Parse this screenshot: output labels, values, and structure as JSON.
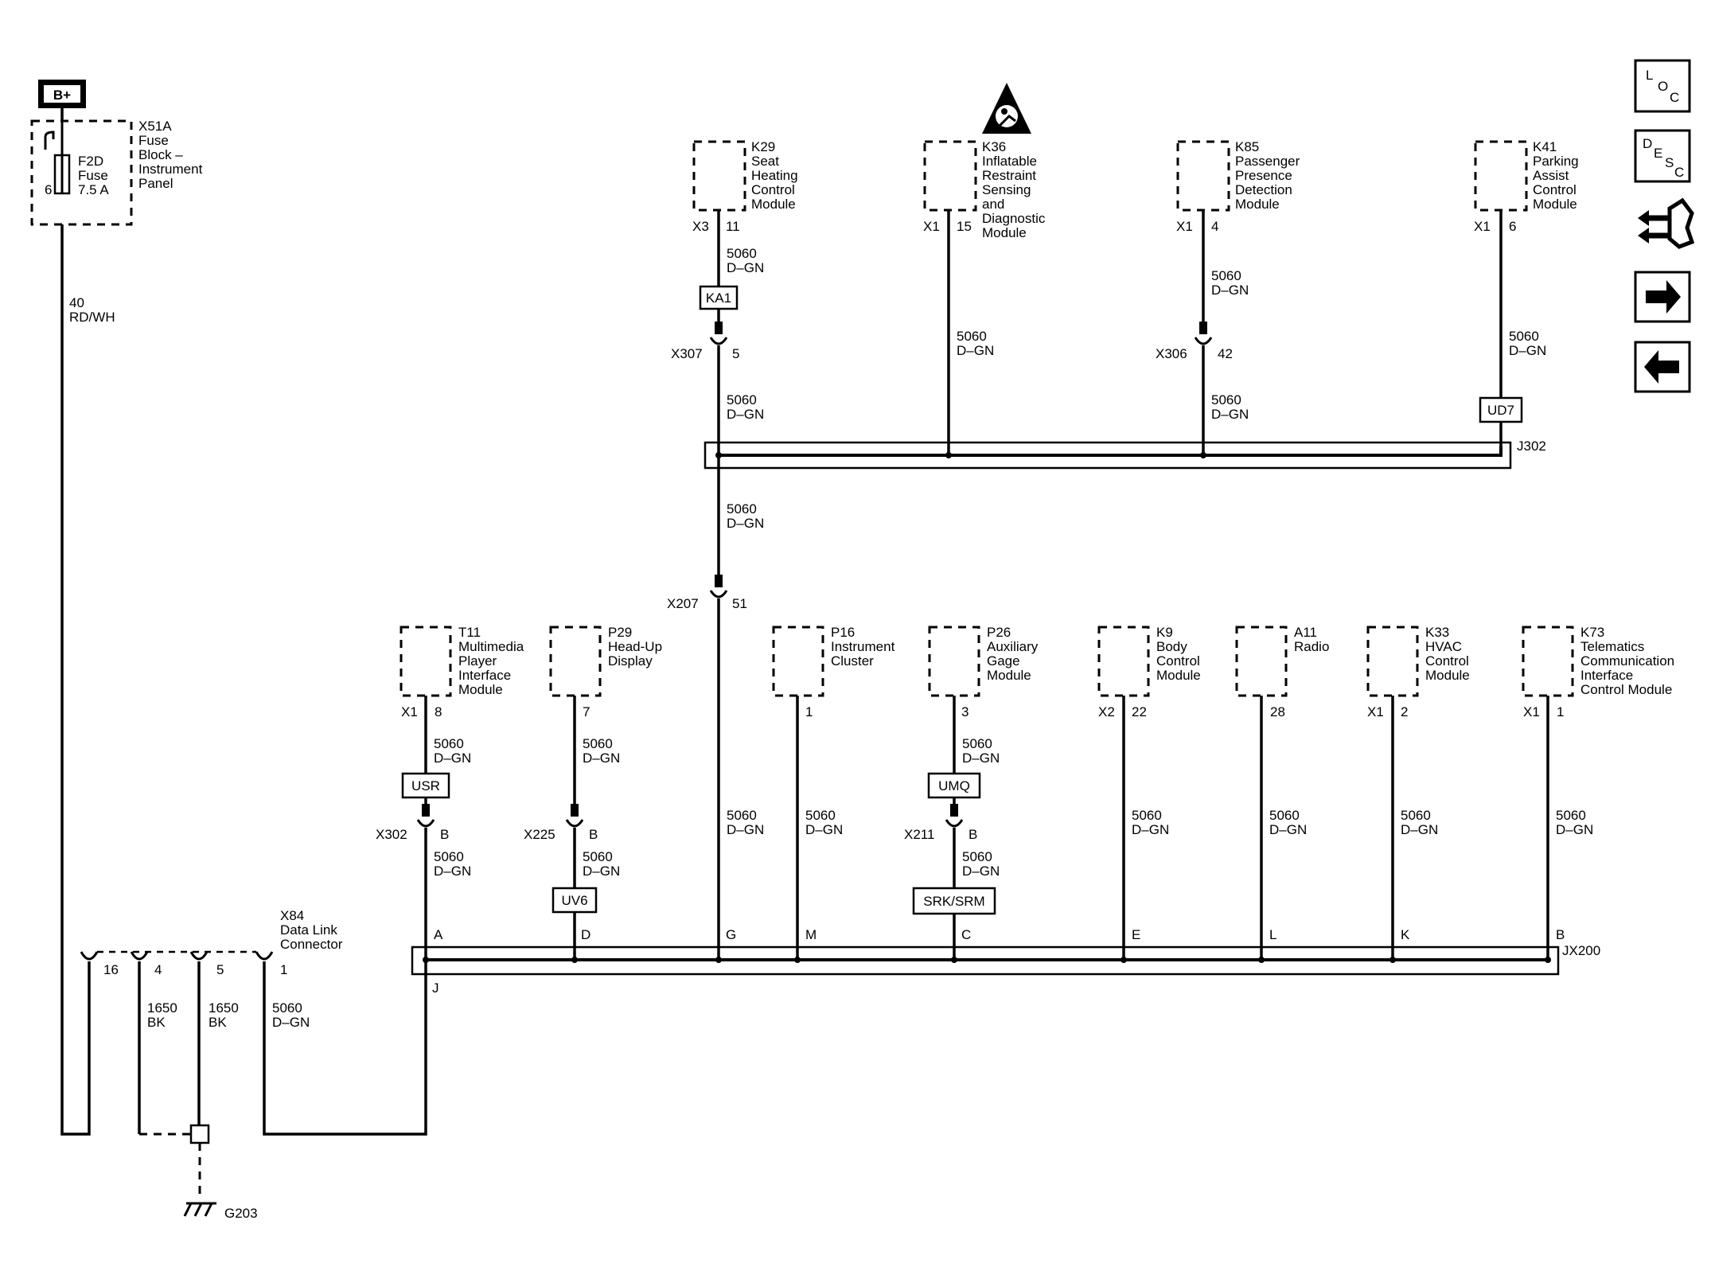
{
  "power": {
    "label": "B+"
  },
  "fuse_block": {
    "ref": "X51A",
    "l1": "Fuse",
    "l2": "Block –",
    "l3": "Instrument",
    "l4": "Panel",
    "fuse_ref": "F2D",
    "fuse_l1": "Fuse",
    "fuse_l2": "7.5 A",
    "pin": "6"
  },
  "feed_wire": {
    "circuit": "40",
    "color": "RD/WH"
  },
  "upper_modules": [
    {
      "ref": "K29",
      "l1": "Seat",
      "l2": "Heating",
      "l3": "Control",
      "l4": "Module",
      "conn": "X3",
      "pin": "11"
    },
    {
      "ref": "K36",
      "l1": "Inflatable",
      "l2": "Restraint",
      "l3": "Sensing",
      "l4": "and",
      "l5": "Diagnostic",
      "l6": "Module",
      "conn": "X1",
      "pin": "15"
    },
    {
      "ref": "K85",
      "l1": "Passenger",
      "l2": "Presence",
      "l3": "Detection",
      "l4": "Module",
      "conn": "X1",
      "pin": "4"
    },
    {
      "ref": "K41",
      "l1": "Parking",
      "l2": "Assist",
      "l3": "Control",
      "l4": "Module",
      "conn": "X1",
      "pin": "6"
    }
  ],
  "lower_modules": [
    {
      "ref": "T11",
      "l1": "Multimedia",
      "l2": "Player",
      "l3": "Interface",
      "l4": "Module",
      "conn": "X1",
      "pin": "8"
    },
    {
      "ref": "P29",
      "l1": "Head-Up",
      "l2": "Display",
      "pin": "7"
    },
    {
      "ref": "P16",
      "l1": "Instrument",
      "l2": "Cluster",
      "pin": "1"
    },
    {
      "ref": "P26",
      "l1": "Auxiliary",
      "l2": "Gage",
      "l3": "Module",
      "pin": "3"
    },
    {
      "ref": "K9",
      "l1": "Body",
      "l2": "Control",
      "l3": "Module",
      "conn": "X2",
      "pin": "22"
    },
    {
      "ref": "A11",
      "l1": "Radio",
      "pin": "28"
    },
    {
      "ref": "K33",
      "l1": "HVAC",
      "l2": "Control",
      "l3": "Module",
      "conn": "X1",
      "pin": "2"
    },
    {
      "ref": "K73",
      "l1": "Telematics",
      "l2": "Communication",
      "l3": "Interface",
      "l4": "Control Module",
      "conn": "X1",
      "pin": "1"
    }
  ],
  "wire": {
    "circuit": "5060",
    "color": "D–GN"
  },
  "ground_wire": {
    "circuit": "1650",
    "color": "BK"
  },
  "options": [
    "KA1",
    "UD7",
    "USR",
    "UV6",
    "UMQ",
    "SRK/SRM"
  ],
  "inline_connectors": [
    {
      "ref": "X307",
      "pin": "5"
    },
    {
      "ref": "X306",
      "pin": "42"
    },
    {
      "ref": "X207",
      "pin": "51"
    },
    {
      "ref": "X302",
      "pin": "B"
    },
    {
      "ref": "X225",
      "pin": "B"
    },
    {
      "ref": "X211",
      "pin": "B"
    }
  ],
  "splice_upper": {
    "ref": "J302"
  },
  "splice_lower": {
    "ref": "JX200",
    "pins": [
      "A",
      "D",
      "G",
      "M",
      "C",
      "E",
      "L",
      "K",
      "B",
      "J"
    ]
  },
  "dlc": {
    "ref": "X84",
    "l1": "Data Link",
    "l2": "Connector",
    "pins": [
      "16",
      "4",
      "5",
      "1"
    ]
  },
  "ground": {
    "ref": "G203"
  },
  "nav_buttons": {
    "loc": [
      "L",
      "O",
      "C"
    ],
    "desc": [
      "D",
      "E",
      "S",
      "C"
    ]
  },
  "icons": [
    "airbag-warning-icon",
    "connector-view-icon",
    "next-page-arrow-icon",
    "previous-page-arrow-icon"
  ]
}
